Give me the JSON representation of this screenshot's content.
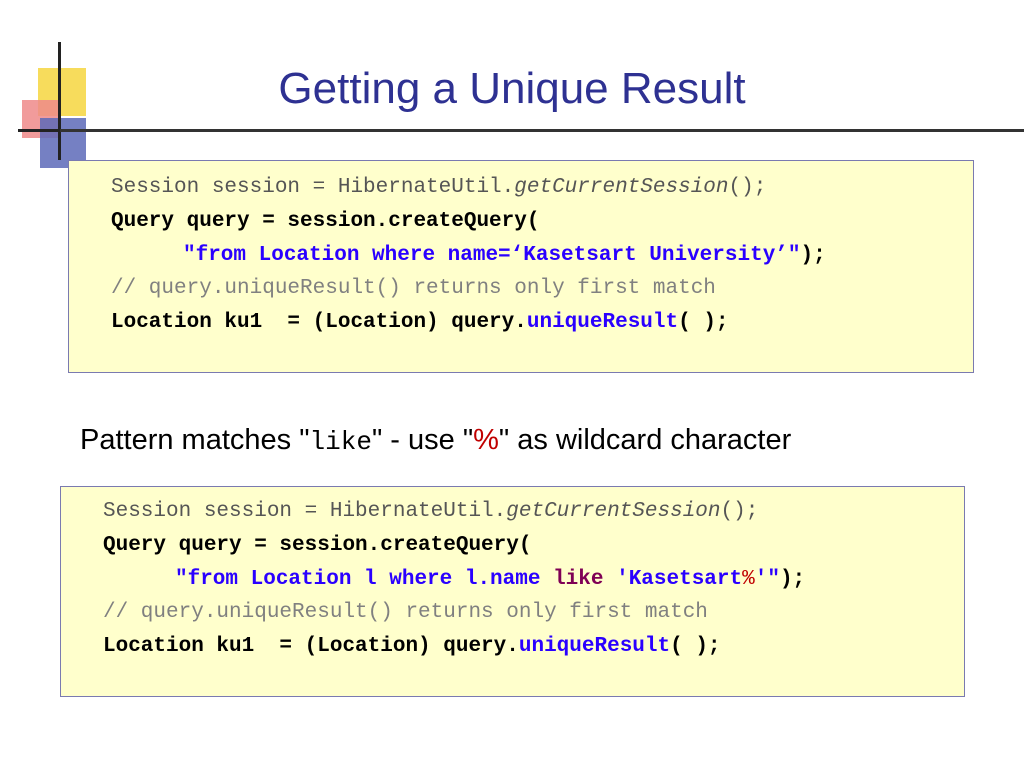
{
  "slide": {
    "title": "Getting a Unique Result",
    "pattern": {
      "text_1": "Pattern matches \"",
      "keyword": "like",
      "text_2": "\" - use \"",
      "wildcard": "%",
      "text_3": "\" as wildcard character"
    }
  },
  "code_block_1": {
    "line1_a": "Session session = HibernateUtil.",
    "line1_method": "getCurrentSession",
    "line1_b": "();",
    "line2": "Query query = session.createQuery(",
    "line3_str": "\"from Location where name=‘Kasetsart University’\"",
    "line3_end": ");",
    "line4": "// query.uniqueResult() returns only first match",
    "line5_a": "Location ku1  = (Location) query.",
    "line5_method": "uniqueResult",
    "line5_b": "( );"
  },
  "code_block_2": {
    "line1_a": "Session session = HibernateUtil.",
    "line1_method": "getCurrentSession",
    "line1_b": "();",
    "line2": "Query query = session.createQuery(",
    "line3_str1": "\"from Location l where l.name ",
    "line3_kw": "like",
    "line3_str2": " 'Kasetsart",
    "line3_pct": "%",
    "line3_str3": "'\"",
    "line3_end": ");",
    "line4": "// query.uniqueResult() returns only first match",
    "line5_a": "Location ku1  = (Location) query.",
    "line5_method": "uniqueResult",
    "line5_b": "( );"
  },
  "colors": {
    "title": "#2e3192",
    "code_background": "#ffffcc",
    "string": "#2a00ff",
    "keyword": "#7f0055",
    "comment": "#808080",
    "wildcard": "#c00000"
  }
}
